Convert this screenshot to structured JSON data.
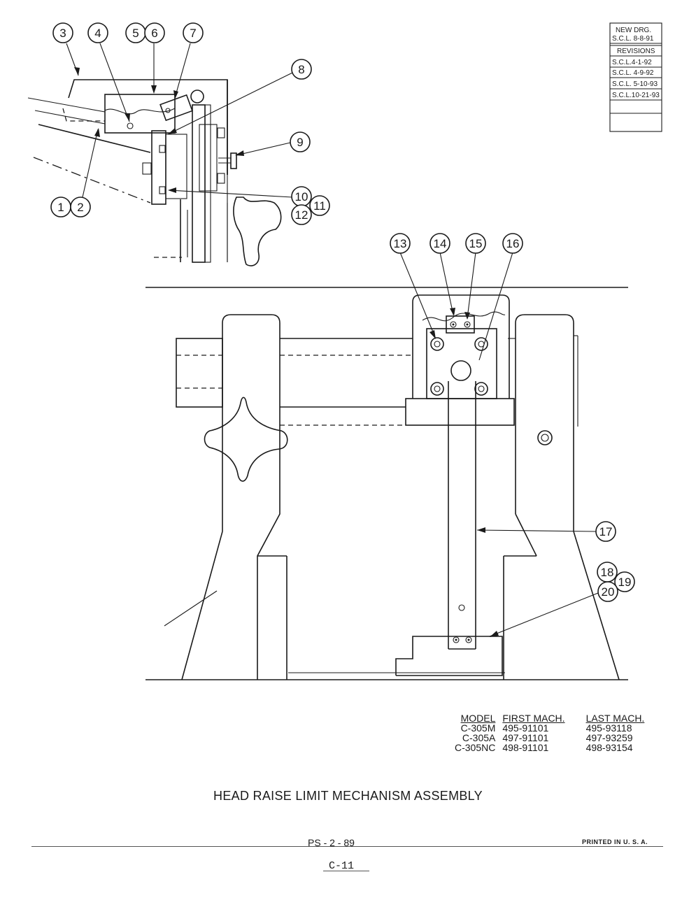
{
  "revision_block": {
    "header": [
      "NEW  DRG.",
      "S.C.L.  8-8-91"
    ],
    "label": "REVISIONS",
    "entries": [
      "S.C.L.4-1-92",
      "S.C.L. 4-9-92",
      "S.C.L. 5-10-93",
      "S.C.L.10-21-93"
    ]
  },
  "callouts": [
    "3",
    "4",
    "5",
    "6",
    "7",
    "8",
    "9",
    "1",
    "2",
    "10",
    "11",
    "12",
    "13",
    "14",
    "15",
    "16",
    "17",
    "18",
    "19",
    "20"
  ],
  "model_table": {
    "headers": [
      "MODEL",
      "FIRST MACH.",
      "LAST MACH."
    ],
    "rows": [
      [
        "C-305M",
        "495-91101",
        "495-93118"
      ],
      [
        "C-305A",
        "497-91101",
        "497-93259"
      ],
      [
        "C-305NC",
        "498-91101",
        "498-93154"
      ]
    ]
  },
  "title": "HEAD RAISE LIMIT MECHANISM ASSEMBLY",
  "page_code": "PS - 2 - 89",
  "printed": "PRINTED  IN  U. S. A.",
  "page_number": "C-11"
}
